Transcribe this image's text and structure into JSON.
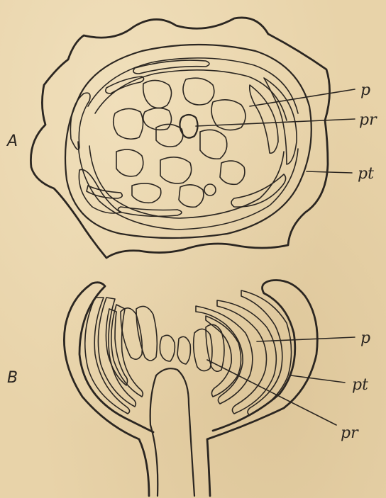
{
  "panels": [
    {
      "id": "A",
      "letter": "A",
      "labels": [
        "p",
        "pr",
        "pt"
      ]
    },
    {
      "id": "B",
      "letter": "B",
      "labels": [
        "p",
        "pt",
        "pr"
      ]
    }
  ],
  "colors": {
    "paper": "#e8d3a9",
    "ink": "#2b2621"
  }
}
